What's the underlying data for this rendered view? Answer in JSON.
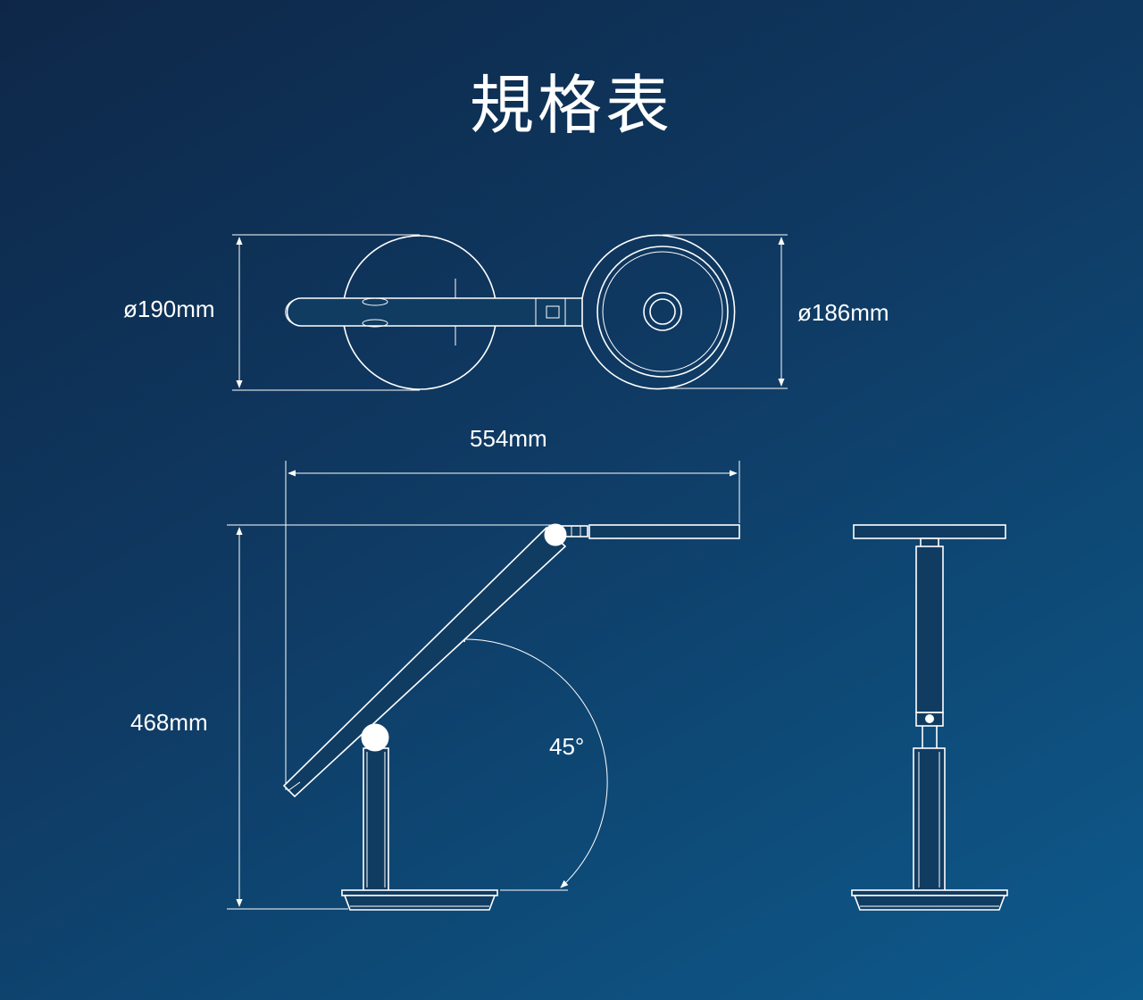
{
  "title": "規格表",
  "colors": {
    "background_start": "#0e2748",
    "background_end": "#0d5a8c",
    "line": "#ffffff"
  },
  "dimensions": {
    "base_diameter": "ø190mm",
    "head_diameter": "ø186mm",
    "reach": "554mm",
    "height": "468mm",
    "arm_angle": "45°"
  }
}
